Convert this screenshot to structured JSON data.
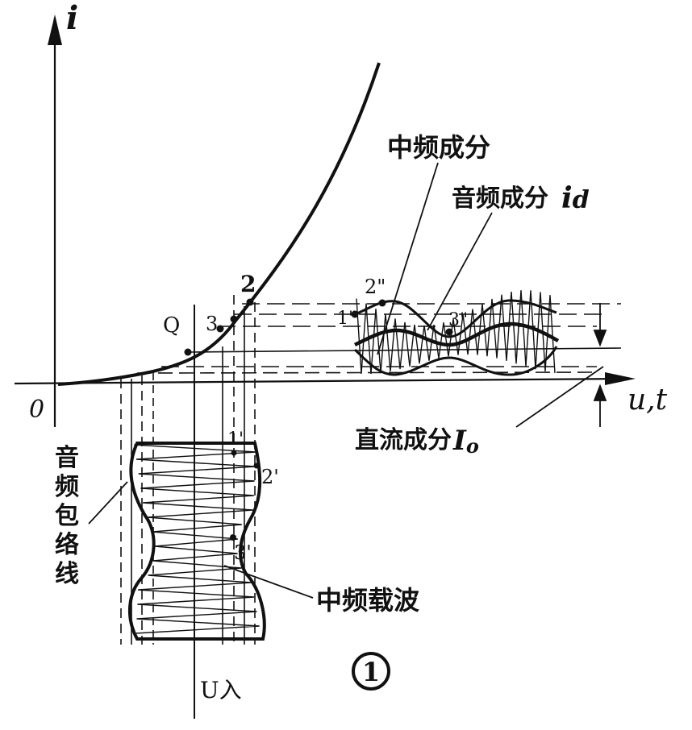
{
  "axes": {
    "y_label": "i",
    "x_label": "u,t",
    "origin": "0"
  },
  "points": {
    "q": "Q",
    "p2": "2",
    "p3": "3",
    "p1pp": "1\"",
    "p2pp": "2\"",
    "p3pp": "3\"",
    "p1p": "1'",
    "p2p": "2'",
    "p3p": "3'"
  },
  "labels": {
    "if_component": "中频成分",
    "audio_component": "音频成分",
    "audio_symbol": "i",
    "audio_subscript": "d",
    "dc_component": "直流成分",
    "dc_symbol": "I",
    "dc_subscript": "o",
    "envelope": [
      "音",
      "频",
      "包",
      "络",
      "线"
    ],
    "if_carrier": "中频载波",
    "u_in": "U入",
    "figure_no": "1"
  }
}
